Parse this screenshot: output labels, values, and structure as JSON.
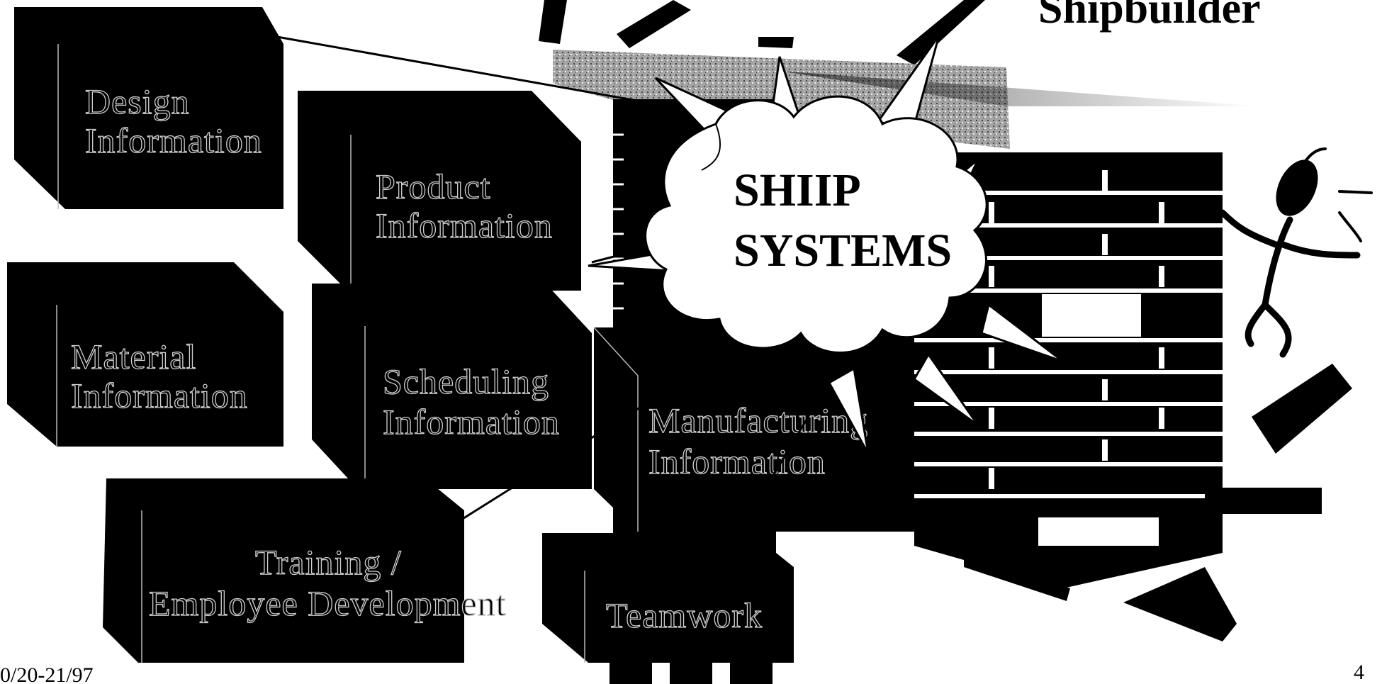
{
  "title": "Shipbuilder",
  "cloud": {
    "line1": "SHIIP",
    "line2": "SYSTEMS"
  },
  "boxes": {
    "design_info": [
      "Design",
      "Information"
    ],
    "product_info": [
      "Product",
      "Information"
    ],
    "material_info": [
      "Material",
      "Information"
    ],
    "scheduling_info": [
      "Scheduling",
      "Information"
    ],
    "manufacturing_info": [
      "Manufacturing",
      "Information"
    ],
    "training": [
      "Training /",
      "Employee Development"
    ],
    "teamwork": [
      "Teamwork"
    ]
  },
  "footer": {
    "date": "0/20-21/97",
    "page": "4"
  },
  "colors": {
    "ink": "#000000",
    "paper": "#ffffff",
    "label_outline": "#cfcfcf"
  }
}
